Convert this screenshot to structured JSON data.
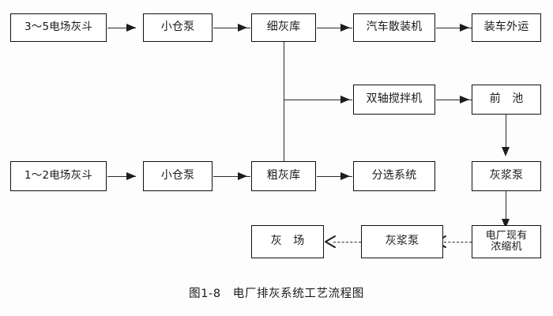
{
  "figure": {
    "caption": "图1-8　电厂排灰系统工艺流程图",
    "background_color": "#fdfdfd",
    "line_color": "#2b2b2b",
    "box_border_color": "#111111",
    "text_color": "#1a1a1a"
  },
  "nodes": {
    "hopper_35": "3～5电场灰斗",
    "small_pump_top": "小仓泵",
    "fine_ash_silo": "细灰库",
    "truck_bulk_loader": "汽车散装机",
    "truck_outbound": "装车外运",
    "twin_shaft_mixer": "双轴搅拌机",
    "front_pool": "前 池",
    "hopper_12": "1～2电场灰斗",
    "small_pump_bottom": "小仓泵",
    "coarse_ash_silo": "粗灰库",
    "sorting_system": "分选系统",
    "slurry_pump_right": "灰浆泵",
    "existing_thickener_line1": "电厂现有",
    "existing_thickener_line2": "浓缩机",
    "slurry_pump_bottom": "灰浆泵",
    "ash_yard": "灰 场"
  },
  "flows": [
    {
      "from": "3～5电场灰斗",
      "to": "小仓泵",
      "style": "solid"
    },
    {
      "from": "小仓泵",
      "to": "细灰库",
      "style": "solid"
    },
    {
      "from": "细灰库",
      "to": "汽车散装机",
      "style": "solid"
    },
    {
      "from": "汽车散装机",
      "to": "装车外运",
      "style": "solid"
    },
    {
      "from": "细灰库",
      "to": "双轴搅拌机",
      "style": "solid"
    },
    {
      "from": "双轴搅拌机",
      "to": "前 池",
      "style": "solid"
    },
    {
      "from": "前 池",
      "to": "灰浆泵",
      "style": "solid"
    },
    {
      "from": "1～2电场灰斗",
      "to": "小仓泵",
      "style": "solid"
    },
    {
      "from": "小仓泵",
      "to": "粗灰库",
      "style": "solid"
    },
    {
      "from": "粗灰库",
      "to": "分选系统",
      "style": "solid"
    },
    {
      "from": "细灰库",
      "to": "粗灰库",
      "style": "solid"
    },
    {
      "from": "灰浆泵",
      "to": "电厂现有浓缩机",
      "style": "solid"
    },
    {
      "from": "电厂现有浓缩机",
      "to": "灰浆泵",
      "style": "dashed"
    },
    {
      "from": "灰浆泵",
      "to": "灰 场",
      "style": "dashed"
    }
  ]
}
